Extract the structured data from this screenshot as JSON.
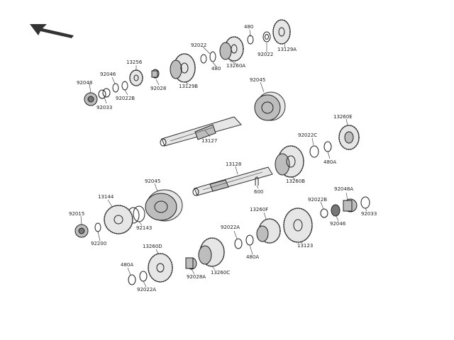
{
  "diagram": {
    "labels": {
      "p480_top": "480",
      "p92022_top": "92022",
      "p13129A": "13129A",
      "p92022_mid": "92022",
      "p480_mid": "480",
      "p13260A": "13260A",
      "p13256": "13256",
      "p13129B": "13129B",
      "p92046_top": "92046",
      "p92048": "92048",
      "p92028": "92028",
      "p92022B_top": "92022B",
      "p92033_top": "92033",
      "p92045_top": "92045",
      "p13127": "13127",
      "p13260E": "13260E",
      "p92022C": "92022C",
      "p480A_right": "480A",
      "p13128": "13128",
      "p13260B": "13260B",
      "p600": "600",
      "p92045_low": "92045",
      "p13144": "13144",
      "p92048A": "92048A",
      "p92022B_low": "92022B",
      "p92033_low": "92033",
      "p92015": "92015",
      "p92143": "92143",
      "p92046_low": "92046",
      "p13260F": "13260F",
      "p92200": "92200",
      "p92022A_mid": "92022A",
      "p13123": "13123",
      "p13260D": "13260D",
      "p480A_mid": "480A",
      "p480A_low": "480A",
      "p92028A": "92028A",
      "p13260C": "13260C",
      "p92022A_low": "92022A"
    },
    "arrow_icon": "direction-arrow-icon"
  }
}
